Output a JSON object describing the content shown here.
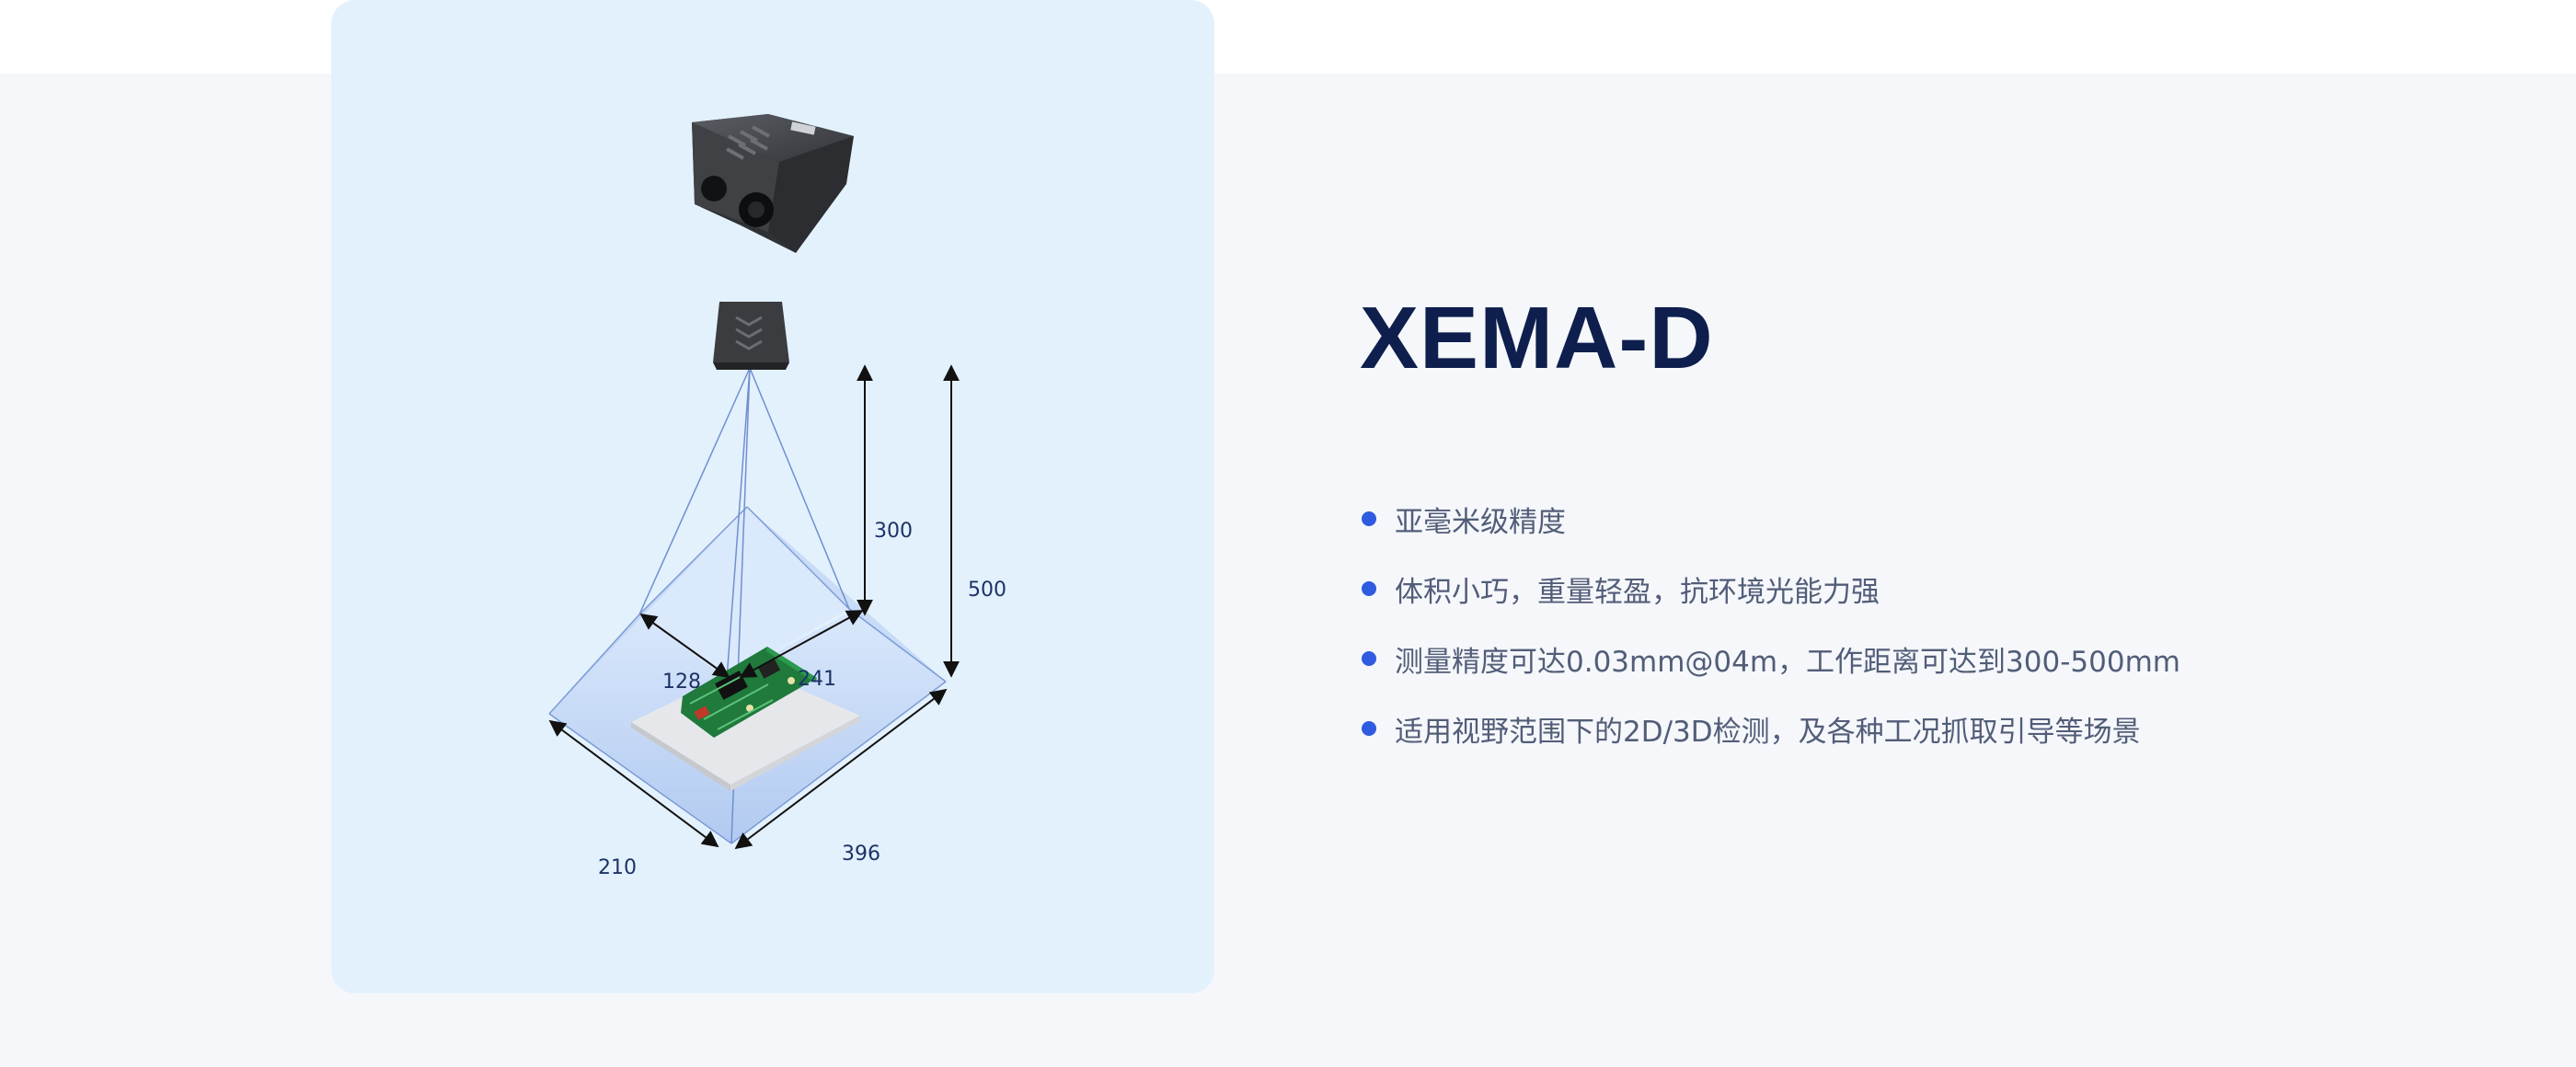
{
  "product": {
    "title": "XEMA-D",
    "features": [
      "亚毫米级精度",
      "体积小巧，重量轻盈，抗环境光能力强",
      "测量精度可达0.03mm@04m，工作距离可达到300-500mm",
      "适用视野范围下的2D/3D检测，及各种工况抓取引导等场景"
    ]
  },
  "diagram": {
    "dimensions": {
      "near_distance": "300",
      "far_distance": "500",
      "near_depth": "128",
      "near_width": "241",
      "far_depth": "210",
      "far_width": "396"
    }
  },
  "colors": {
    "title": "#0e1f4d",
    "feature_text": "#525d78",
    "bullet": "#2f5be0",
    "card_bg": "#e3f1fd",
    "page_bg": "#f5f7fb",
    "frustum_fill": "#b9cff3",
    "dimension_line": "#111111",
    "dimension_label": "#1d3367",
    "pcb": "#1f7a3c"
  },
  "icons": [
    "camera-3d-scanner-icon",
    "camera-front-view-icon",
    "pcb-board-icon"
  ]
}
